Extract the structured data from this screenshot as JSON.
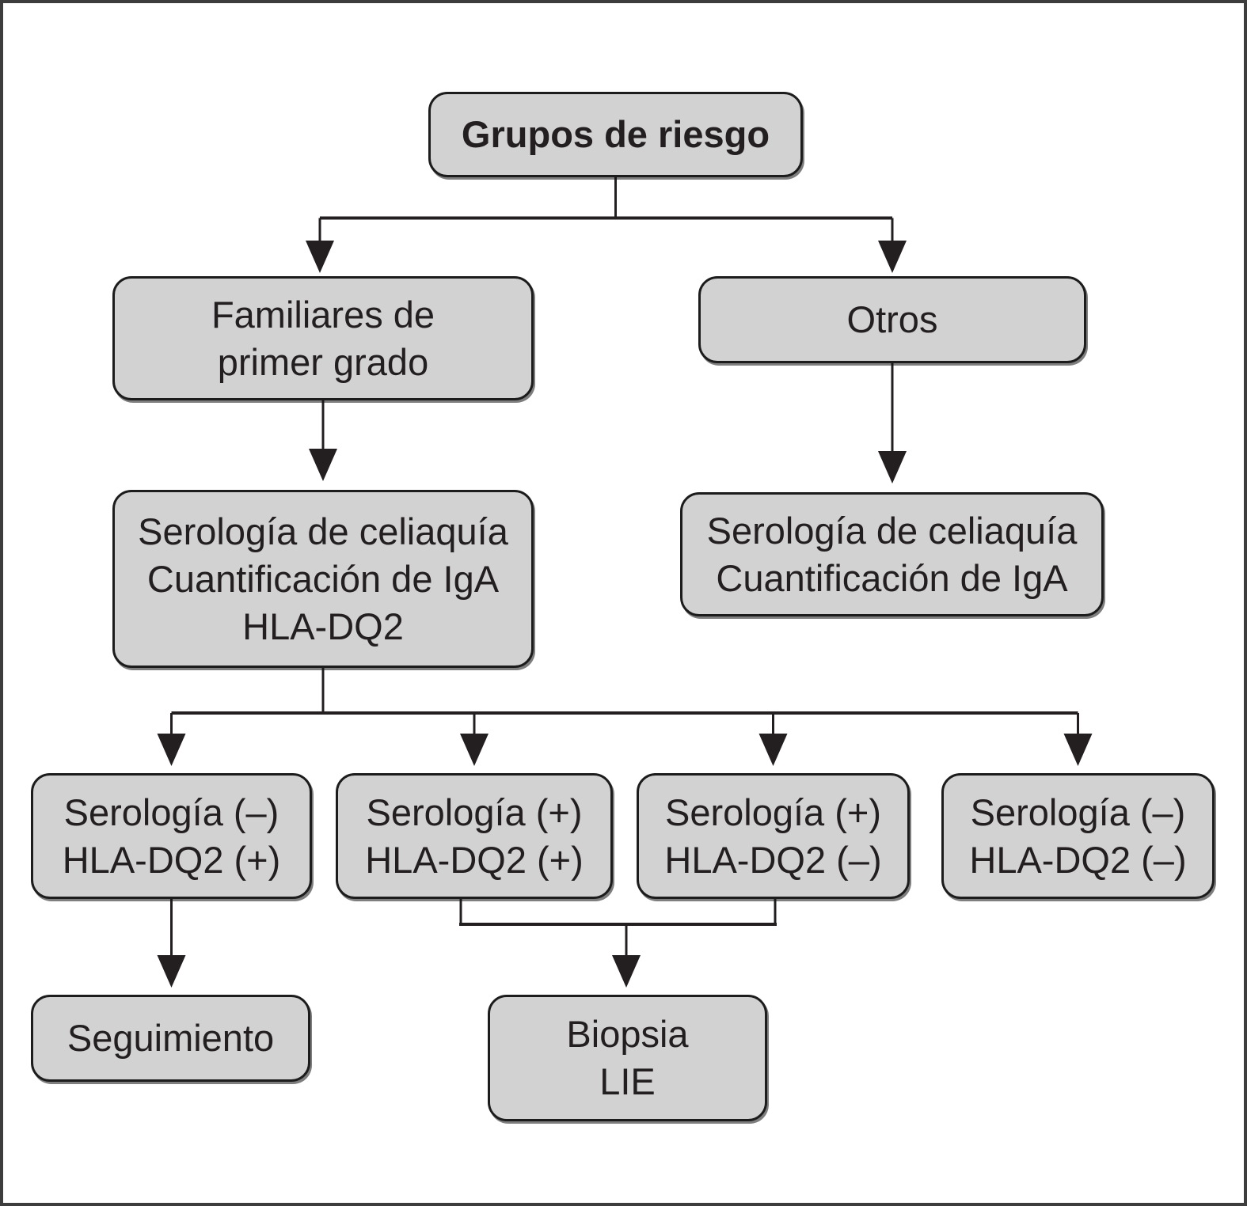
{
  "figure": {
    "type": "flowchart",
    "language": "es",
    "topic": "Cribado de enfermedad celíaca en grupos de riesgo"
  },
  "nodes": {
    "grupos": {
      "lines": [
        "Grupos de riesgo"
      ]
    },
    "familiares": {
      "lines": [
        "Familiares de",
        "primer grado"
      ]
    },
    "otros": {
      "lines": [
        "Otros"
      ]
    },
    "sero_left": {
      "lines": [
        "Serología de celiaquía",
        "Cuantificación de IgA",
        "HLA-DQ2"
      ]
    },
    "sero_right": {
      "lines": [
        "Serología de celiaquía",
        "Cuantificación de IgA"
      ]
    },
    "r1": {
      "lines": [
        "Serología (–)",
        "HLA-DQ2 (+)"
      ]
    },
    "r2": {
      "lines": [
        "Serología (+)",
        "HLA-DQ2 (+)"
      ]
    },
    "r3": {
      "lines": [
        "Serología (+)",
        "HLA-DQ2 (–)"
      ]
    },
    "r4": {
      "lines": [
        "Serología (–)",
        "HLA-DQ2 (–)"
      ]
    },
    "seguimiento": {
      "lines": [
        "Seguimiento"
      ]
    },
    "biopsia": {
      "lines": [
        "Biopsia",
        "LIE"
      ]
    }
  },
  "edges": [
    {
      "from": "grupos",
      "to": "familiares"
    },
    {
      "from": "grupos",
      "to": "otros"
    },
    {
      "from": "familiares",
      "to": "sero_left"
    },
    {
      "from": "otros",
      "to": "sero_right"
    },
    {
      "from": "sero_left",
      "to": "r1"
    },
    {
      "from": "sero_left",
      "to": "r2"
    },
    {
      "from": "sero_left",
      "to": "r3"
    },
    {
      "from": "sero_left",
      "to": "r4"
    },
    {
      "from": "r1",
      "to": "seguimiento"
    },
    {
      "from": "r2+r3",
      "to": "biopsia"
    }
  ],
  "colors": {
    "background": "#ffffff",
    "frame": "#3d3d3d",
    "box_fill": "#d2d2d3",
    "box_border": "#1c1c1c",
    "text": "#231f20",
    "line": "#231f20"
  }
}
